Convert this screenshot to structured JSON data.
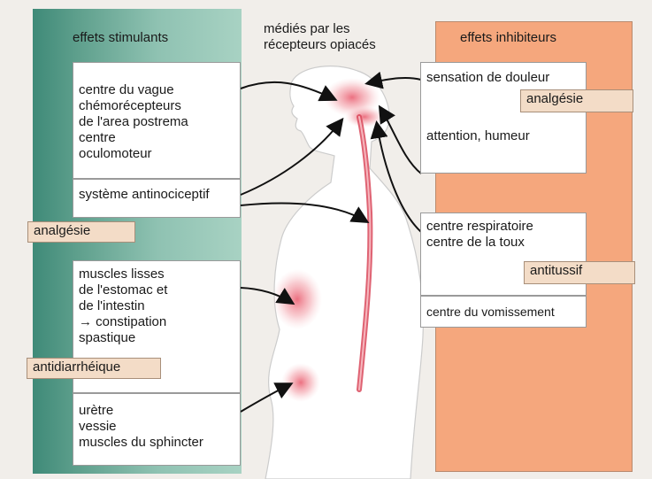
{
  "top_caption": "médiés par les\nrécepteurs opiacés",
  "left_panel": {
    "header": "effets stimulants",
    "boxes": [
      "centre du vague\nchémorécepteurs\nde l'area postrema\ncentre\noculomoteur",
      "système antinociceptif",
      "muscles lisses\nde l'estomac et\nde l'intestin\n→ constipation\nspastique",
      "urètre\nvessie\nmuscles du sphincter"
    ],
    "tags": [
      "analgésie",
      "antidiarrhéique"
    ]
  },
  "right_panel": {
    "header": "effets inhibiteurs",
    "boxes": [
      "sensation de douleur",
      "attention, humeur",
      "centre respiratoire\ncentre de la toux",
      "centre du vomissement"
    ],
    "tags": [
      "analgésie",
      "antitussif"
    ]
  },
  "colors": {
    "stimulant_panel": "#5fa08d",
    "inhibitor_panel": "#f5a77d",
    "tag_fill": "#f3dcc7",
    "highlight": "#e8576a"
  }
}
